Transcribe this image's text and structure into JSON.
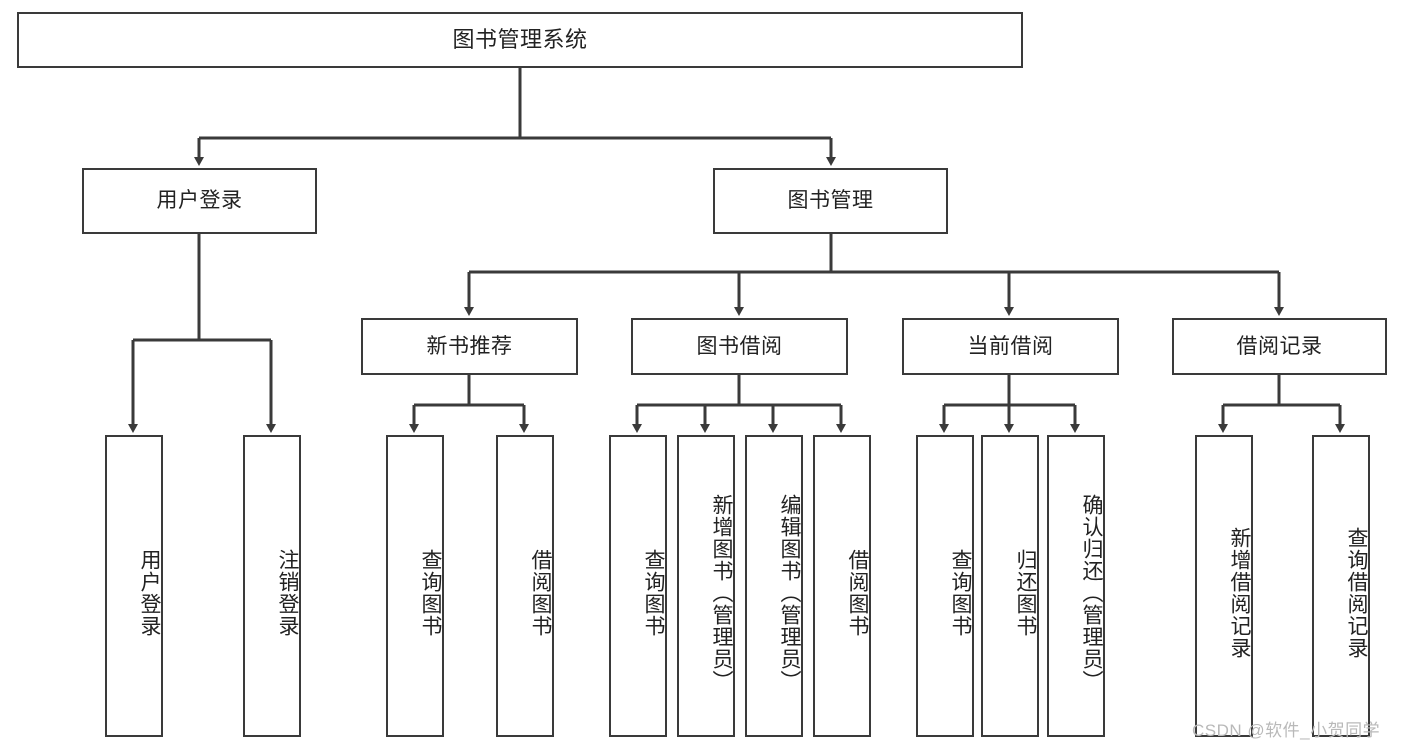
{
  "diagram": {
    "type": "tree-hierarchy-chart",
    "root": {
      "label": "图书管理系统"
    },
    "level1": [
      {
        "label": "用户登录"
      },
      {
        "label": "图书管理"
      }
    ],
    "level2": [
      {
        "label": "新书推荐"
      },
      {
        "label": "图书借阅"
      },
      {
        "label": "当前借阅"
      },
      {
        "label": "借阅记录"
      }
    ],
    "leaves": {
      "user_login": [
        {
          "label": "用户登录"
        },
        {
          "label": "注销登录"
        }
      ],
      "new_book_recommend": [
        {
          "label": "查询图书"
        },
        {
          "label": "借阅图书"
        }
      ],
      "book_borrow": [
        {
          "label": "查询图书"
        },
        {
          "label": "新增图书（管理员）"
        },
        {
          "label": "编辑图书（管理员）"
        },
        {
          "label": "借阅图书"
        }
      ],
      "current_borrow": [
        {
          "label": "查询图书"
        },
        {
          "label": "归还图书"
        },
        {
          "label": "确认归还（管理员）"
        }
      ],
      "borrow_record": [
        {
          "label": "新增借阅记录"
        },
        {
          "label": "查询借阅记录"
        }
      ]
    }
  },
  "watermark": {
    "text": "CSDN @软件_小贺同学"
  },
  "colors": {
    "stroke": "#3a3a3a",
    "background": "#ffffff",
    "text": "#222222",
    "watermark": "#b9b9b9"
  }
}
